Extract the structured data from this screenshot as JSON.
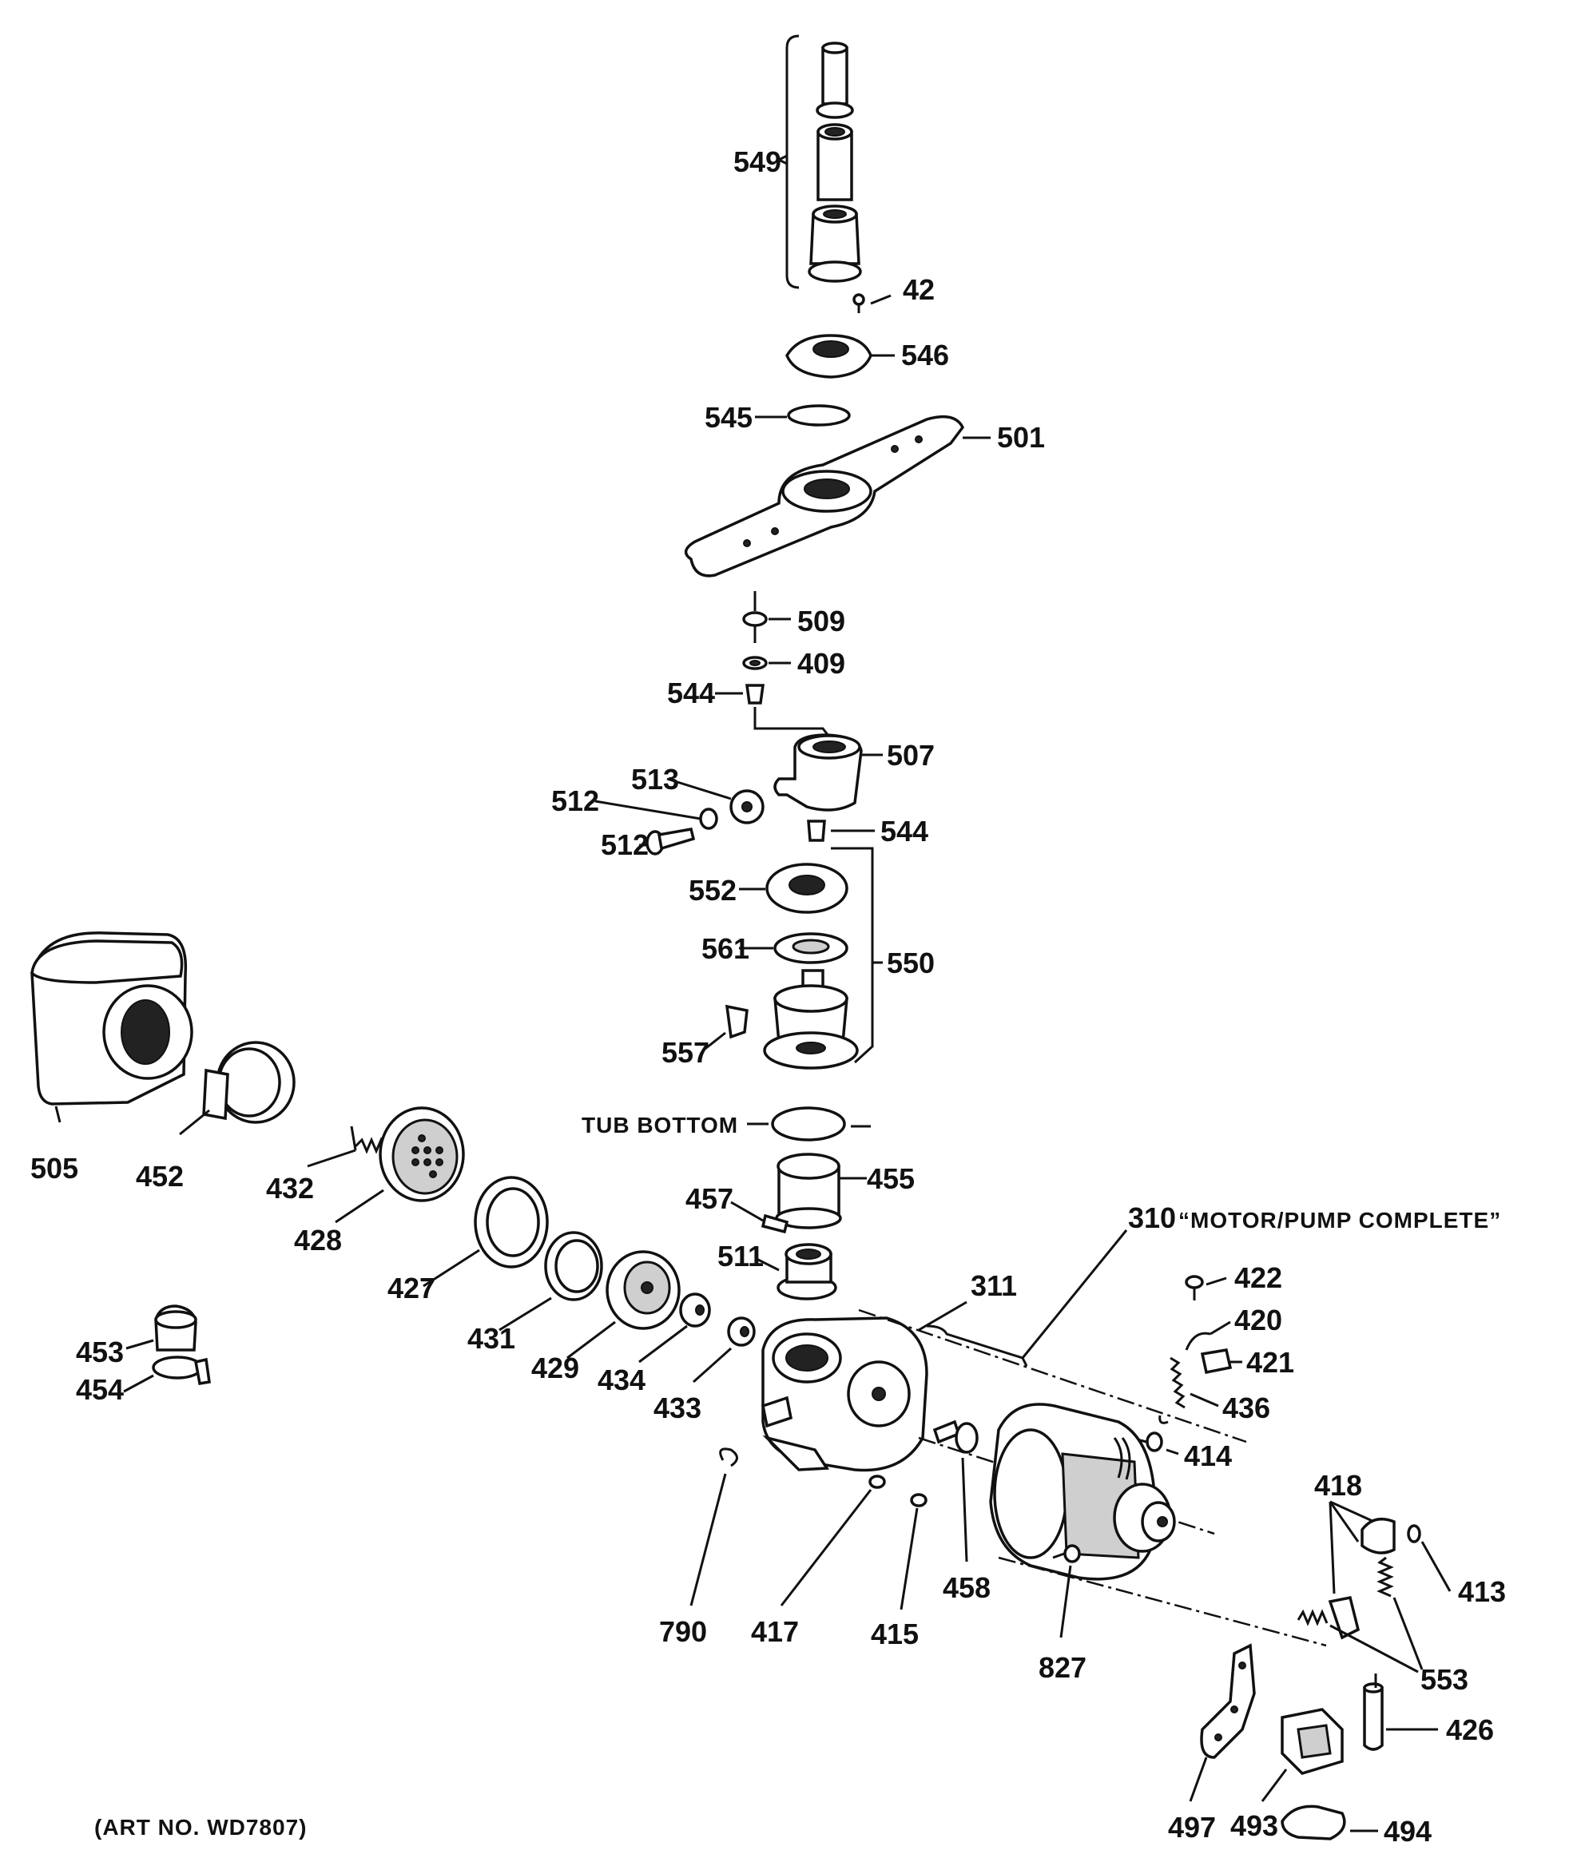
{
  "labels": {
    "l549": "549",
    "l42": "42",
    "l546": "546",
    "l545": "545",
    "l501": "501",
    "l509": "509",
    "l409": "409",
    "l544a": "544",
    "l507": "507",
    "l513": "513",
    "l512a": "512",
    "l512b": "512",
    "l544b": "544",
    "l552": "552",
    "l561": "561",
    "l550": "550",
    "l557": "557",
    "l505": "505",
    "l452": "452",
    "l432": "432",
    "l428": "428",
    "l427": "427",
    "l431": "431",
    "l429": "429",
    "l434": "434",
    "l433": "433",
    "l457": "457",
    "l455": "455",
    "l511": "511",
    "l311": "311",
    "l310": "310",
    "l422": "422",
    "l420": "420",
    "l421": "421",
    "l436": "436",
    "l414": "414",
    "l453": "453",
    "l454": "454",
    "l790": "790",
    "l417": "417",
    "l415": "415",
    "l458": "458",
    "l827": "827",
    "l418": "418",
    "l413": "413",
    "l553": "553",
    "l426": "426",
    "l497": "497",
    "l493": "493",
    "l494": "494"
  },
  "captions": {
    "tub_bottom": "TUB BOTTOM",
    "motor_pump": "“MOTOR/PUMP COMPLETE”",
    "art_no": "(ART NO. WD7807)"
  }
}
